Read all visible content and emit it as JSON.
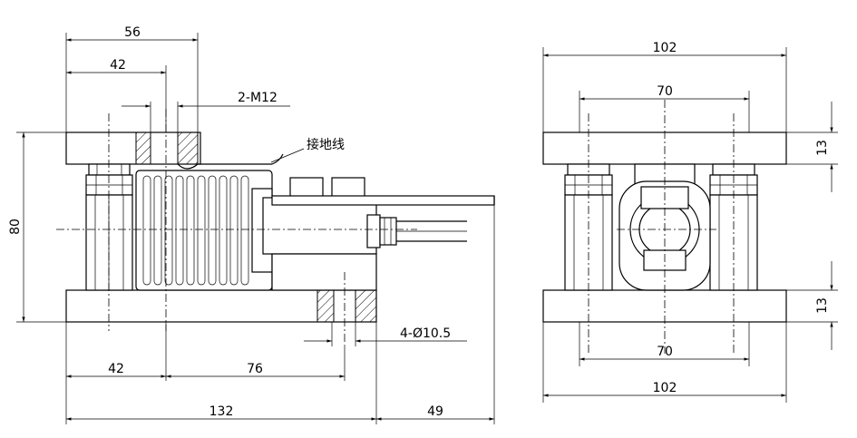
{
  "dimensions": {
    "top_width": "56",
    "bolt_offset": "42",
    "thread": "2-M12",
    "ground_wire": "接地线",
    "height": "80",
    "hole": "4-Ø10.5",
    "base_left": "42",
    "base_mid": "76",
    "base_total": "132",
    "cable_ext": "49",
    "side_top_width": "102",
    "side_top_bolts": "70",
    "side_bot_bolts": "70",
    "side_bot_width": "102",
    "plate_top": "13",
    "plate_bottom": "13"
  }
}
